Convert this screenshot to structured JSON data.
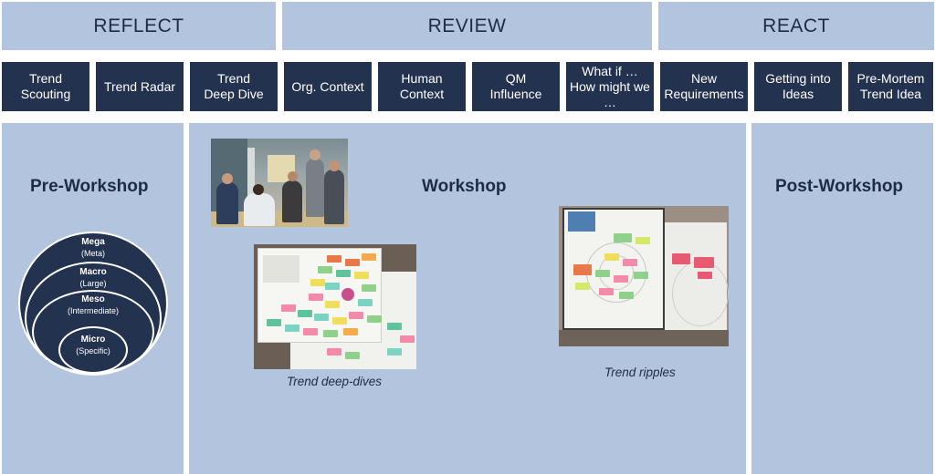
{
  "phases": {
    "reflect": "REFLECT",
    "review": "REVIEW",
    "react": "REACT"
  },
  "steps": [
    {
      "line1": "Trend",
      "line2": "Scouting"
    },
    {
      "line1": "Trend Radar",
      "line2": ""
    },
    {
      "line1": "Trend",
      "line2": "Deep Dive"
    },
    {
      "line1": "Org. Context",
      "line2": ""
    },
    {
      "line1": "Human",
      "line2": "Context"
    },
    {
      "line1": "QM",
      "line2": "Influence"
    },
    {
      "line1": "What if …",
      "line2": "How might we",
      "line3": "…"
    },
    {
      "line1": "New",
      "line2": "Requirements"
    },
    {
      "line1": "Getting into",
      "line2": "Ideas"
    },
    {
      "line1": "Pre-Mortem",
      "line2": "Trend Idea"
    }
  ],
  "panels": {
    "pre": {
      "title": "Pre-Workshop"
    },
    "workshop": {
      "title": "Workshop",
      "caption_deep_dives": "Trend deep-dives",
      "caption_ripples": "Trend ripples"
    },
    "post": {
      "title": "Post-Workshop"
    }
  },
  "levels": [
    {
      "name": "Mega",
      "sub": "(Meta)"
    },
    {
      "name": "Macro",
      "sub": "(Large)"
    },
    {
      "name": "Meso",
      "sub": "(Intermediate)"
    },
    {
      "name": "Micro",
      "sub": "(Specific)"
    }
  ],
  "colors": {
    "light_blue": "#b3c4de",
    "navy": "#23324f",
    "text": "#1f2b44"
  }
}
